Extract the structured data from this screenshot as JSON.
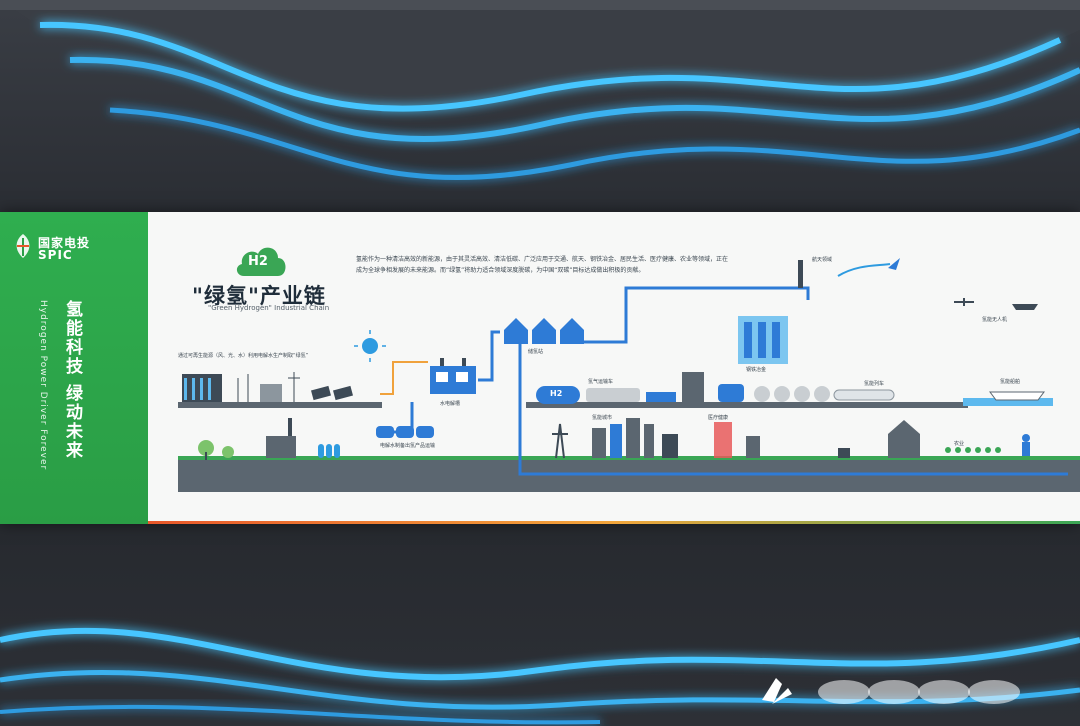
{
  "brand": {
    "name_cn": "国家电投",
    "name_en": "SPIC",
    "slogan_cn": "氢能科技 绿动未来",
    "slogan_en": "Hydrogen Power Driver Forever"
  },
  "diagram": {
    "badge": "H2",
    "title_cn": "\"绿氢\"产业链",
    "title_en": "\"Green Hydrogen\" Industrial Chain",
    "intro": "氢能作为一种清洁高效的新能源，由于其灵活高效、清洁低碳、广泛应用于交通、航天、钢铁冶金、居民生活、医疗健康、农业等领域，正在成为全球争相发展的未来能源。而“绿氢”将助力适合领域深度脱碳，为中国“双碳”目标达成做出积极的贡献。",
    "labels": {
      "renewable": "通过可再生能源（风、光、水）利用电解水生产制取“绿氢”",
      "electrolysis": "水电解槽",
      "storage": "电解水制备出氢产品运输",
      "h2": "H2",
      "h2_station": "储氢站",
      "trucks": "氢气运输车",
      "steel": "钢铁冶金",
      "railway": "氢能列车",
      "ship": "氢能船舶",
      "aviation": "氢能无人机",
      "space": "航天领域",
      "city": "氢能城市",
      "hospital": "医疗健康",
      "farm": "农业"
    }
  },
  "colors": {
    "brand_green": "#2aa048",
    "pipe_blue": "#2e7bd6",
    "water_orange": "#f0a23c",
    "wave_glow": "#38b8ff"
  }
}
